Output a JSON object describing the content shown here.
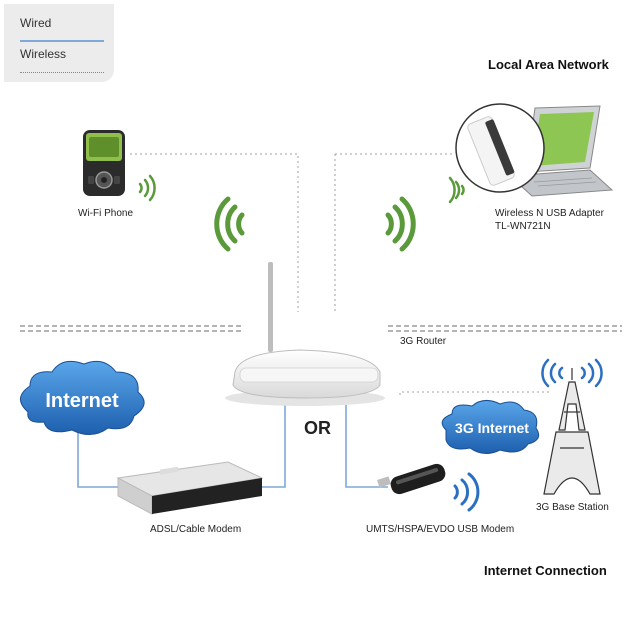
{
  "legend": {
    "wired": "Wired",
    "wireless": "Wireless"
  },
  "sections": {
    "lan": "Local Area Network",
    "internet_connection": "Internet Connection"
  },
  "devices": {
    "wifi_phone": "Wi-Fi Phone",
    "usb_adapter_line1": "Wireless N USB Adapter",
    "usb_adapter_line2": "TL-WN721N",
    "router": "3G Router",
    "modem": "ADSL/Cable Modem",
    "usb_modem": "UMTS/HSPA/EVDO USB Modem",
    "base_station": "3G Base Station"
  },
  "clouds": {
    "internet": "Internet",
    "3g_internet": "3G Internet"
  },
  "or_text": "OR",
  "colors": {
    "wired": "#7fa9d6",
    "wireless_dots": "#999999",
    "signal": "#5a9a3a",
    "cloud": "#2c77c6",
    "signal_blue": "#2a6fc0"
  }
}
